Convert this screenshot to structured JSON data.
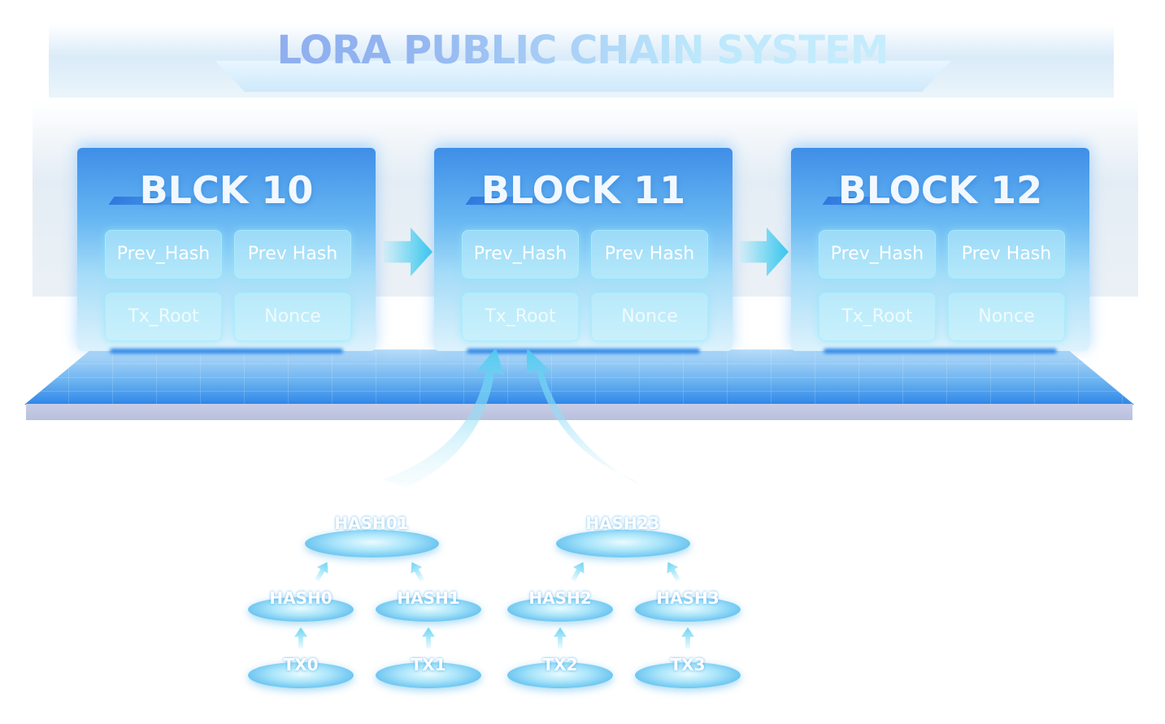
{
  "title": "LORA PUBLIC CHAIN SYSTEM",
  "blocks": [
    {
      "title": "BLCK 10",
      "fields": [
        "Prev_Hash",
        "Prev Hash",
        "Tx_Root",
        "Nonce"
      ]
    },
    {
      "title": "BLOCK 11",
      "fields": [
        "Prev_Hash",
        "Prev Hash",
        "Tx_Root",
        "Nonce"
      ]
    },
    {
      "title": "BLOCK 12",
      "fields": [
        "Prev_Hash",
        "Prev Hash",
        "Tx_Root",
        "Nonce"
      ]
    }
  ],
  "merkle": {
    "roots": [
      "HASH01",
      "HASH23"
    ],
    "hashes": [
      "HASH0",
      "HASH1",
      "HASH2",
      "HASH3"
    ],
    "transactions": [
      "TX0",
      "TX1",
      "TX2",
      "TX3"
    ]
  },
  "colors": {
    "block_top": "#3f8ee8",
    "field_glow": "#8ce6fa",
    "arrow": "#38c6ee",
    "platform": "#2e86e8",
    "disc": "#5dbdee"
  }
}
